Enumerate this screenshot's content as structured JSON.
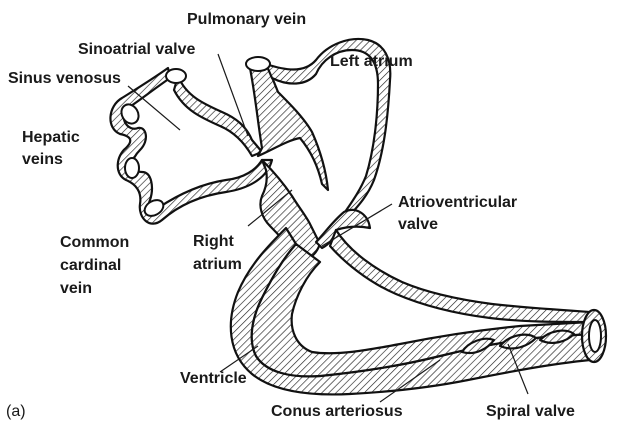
{
  "figure": {
    "panel_label": "(a)",
    "labels": {
      "pulmonary_vein": "Pulmonary vein",
      "sinoatrial_valve": "Sinoatrial valve",
      "sinus_venosus": "Sinus venosus",
      "left_atrium": "Left atrium",
      "hepatic_veins": [
        "Hepatic",
        "veins"
      ],
      "atrioventricular_valve": [
        "Atrioventricular",
        "valve"
      ],
      "common_cardinal_vein": [
        "Common",
        "cardinal",
        "vein"
      ],
      "right_atrium": [
        "Right",
        "atrium"
      ],
      "ventricle": "Ventricle",
      "conus_arteriosus": "Conus arteriosus",
      "spiral_valve": "Spiral valve"
    }
  }
}
